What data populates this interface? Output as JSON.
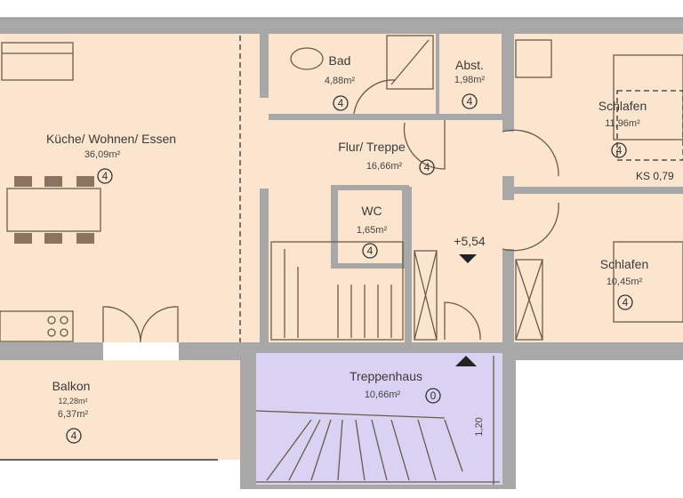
{
  "colors": {
    "room": "#fce5cf",
    "wall": "#a8a8a8",
    "stairwell": "#d9d2f2"
  },
  "rooms": {
    "kueche": {
      "name": "Küche/ Wohnen/ Essen",
      "area": "36,09m²",
      "tag": "4"
    },
    "bad": {
      "name": "Bad",
      "area": "4,88m²",
      "tag": "4"
    },
    "abst": {
      "name": "Abst.",
      "area": "1,98m²",
      "tag": "4"
    },
    "flur": {
      "name": "Flur/ Treppe",
      "area": "16,66m²",
      "tag": "4"
    },
    "wc": {
      "name": "WC",
      "area": "1,65m²",
      "tag": "4"
    },
    "schlafen1": {
      "name": "Schlafen",
      "area": "11,96m²",
      "tag": "4"
    },
    "schlafen2": {
      "name": "Schlafen",
      "area": "10,45m²",
      "tag": "4"
    },
    "balkon": {
      "name": "Balkon",
      "area_gross": "12,28m²",
      "area": "6,37m²",
      "tag": "4"
    },
    "treppenhaus": {
      "name": "Treppenhaus",
      "area": "10,66m²",
      "tag": "0"
    }
  },
  "annotations": {
    "level": "+5,54",
    "ks": "KS 0,79",
    "dimension": "1,20"
  }
}
